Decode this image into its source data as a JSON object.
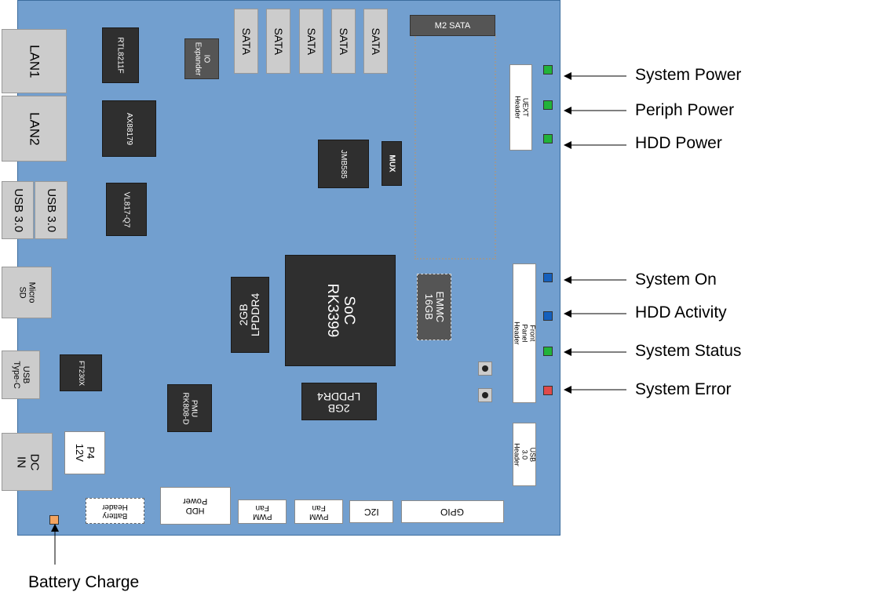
{
  "ports": {
    "lan1": "LAN1",
    "lan2": "LAN2",
    "usb30_a": "USB 3.0",
    "usb30_b": "USB 3.0",
    "micro_sd": "Micro\nSD",
    "usb_type_c": "USB\nType-C",
    "dc_in": "DC\nIN"
  },
  "chips": {
    "rtl8211f": "RTL8211F",
    "ax88179": "AX88179",
    "vl817": "VL817-Q7",
    "ft230x": "FT230X",
    "pmu": "PMU\nRK808-D",
    "io_expander": "IO\nExpander",
    "jmb585": "JMB585",
    "mux": "MUX",
    "soc": "SoC\nRK3399",
    "lpddr4_left": "2GB\nLPDDR4",
    "lpddr4_bottom": "2GB\nLPDDR4",
    "emmc": "EMMC\n16GB"
  },
  "sata_ports": [
    "SATA",
    "SATA",
    "SATA",
    "SATA",
    "SATA"
  ],
  "m2_sata": "M2 SATA",
  "headers": {
    "uext": "UEXT\nHeader",
    "front_panel": "Front Panel\nHeader",
    "usb30_header": "USB 3.0\nHeader",
    "p4_12v": "P4\n12V",
    "battery_header": "Battery\nHeader",
    "hdd_power": "HDD\nPower",
    "pwm_fan_1": "PWM\nFan",
    "pwm_fan_2": "PWM\nFan",
    "i2c": "I2C",
    "gpio": "GPIO"
  },
  "leds": [
    {
      "label": "System Power",
      "color": "#22b33a"
    },
    {
      "label": "Periph Power",
      "color": "#22b33a"
    },
    {
      "label": "HDD Power",
      "color": "#22b33a"
    },
    {
      "label": "System On",
      "color": "#1560bd"
    },
    {
      "label": "HDD Activity",
      "color": "#1560bd"
    },
    {
      "label": "System Status",
      "color": "#22b33a"
    },
    {
      "label": "System Error",
      "color": "#e04a4a"
    }
  ],
  "battery_led": {
    "label": "Battery Charge",
    "color": "#f4a460"
  },
  "colors": {
    "board": "#729fcf",
    "chip": "#2f2f2f",
    "port": "#cccccc"
  }
}
